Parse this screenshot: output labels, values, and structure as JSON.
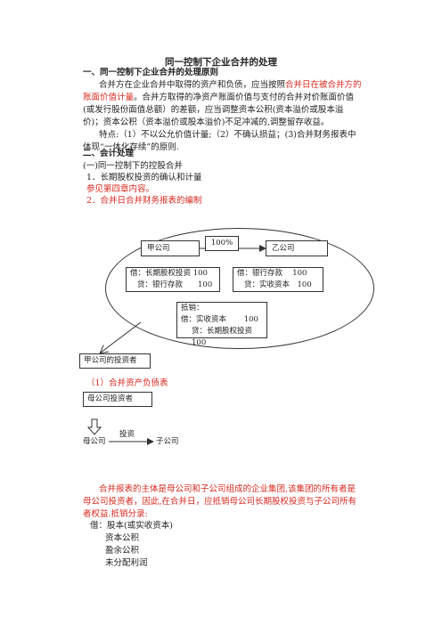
{
  "doc": {
    "title": "同一控制下企业合并的处理",
    "s1": {
      "heading": "一、同一控制下企业合并的处理原则"
    },
    "p1": {
      "a": "合并方在企业合并中取得的资产和负债，应当按照",
      "red": "合并日在被合并方的账面价值计量",
      "b": "。合并方取得的净资产账面价值与支付的合并对价账面价值(或发行股份面值总额）的差额，应当调整资本公积(资本溢价或股本溢价)；资本公积（资本溢价或股本溢价)不足冲减的,调整留存收益。"
    },
    "p2": "特点:（1）不以公允价值计量;（2）不确认损益；(3)合并财务报表中体现“一体化存续”的原则.",
    "s2": {
      "heading": "二、会计处理"
    },
    "sub1": "(一)同一控制下的控股合并",
    "item1": "1．长期股权投资的确认和计量",
    "item1_note": "参见第四章内容。",
    "item2": "2．合并日合并财务报表的编制",
    "diagram1": {
      "parent": "甲公司",
      "percent": "100%",
      "sub": "乙公司",
      "entry_left": {
        "l1": "借：长期股权投资 100",
        "l2": "贷：银行存款　　100"
      },
      "entry_right": {
        "l1": "借：银行存款　 100",
        "l2": "贷：实收资本　100"
      },
      "offset": {
        "l1": "抵销：",
        "l2": "借：实收资本　　 100",
        "l3": "贷：长期股权投资 100"
      },
      "investor": "甲公司的投资者"
    },
    "sub_heading": "（1）合并资产负债表",
    "diagram2": {
      "investor": "母公司投资者",
      "invest": "投资",
      "parent": "母公司",
      "sub": "子公司"
    },
    "p3": "合并报表的主体是母公司和子公司组成的企业集团,该集团的所有者是母公司投资者，因此,在合并日，应抵销母公司长期股权投资与子公司所有者权益.抵销分录:",
    "entries": {
      "dr": "借：股本(或实收资本)",
      "e1": "资本公积",
      "e2": "盈余公积",
      "e3": "未分配利润"
    }
  }
}
